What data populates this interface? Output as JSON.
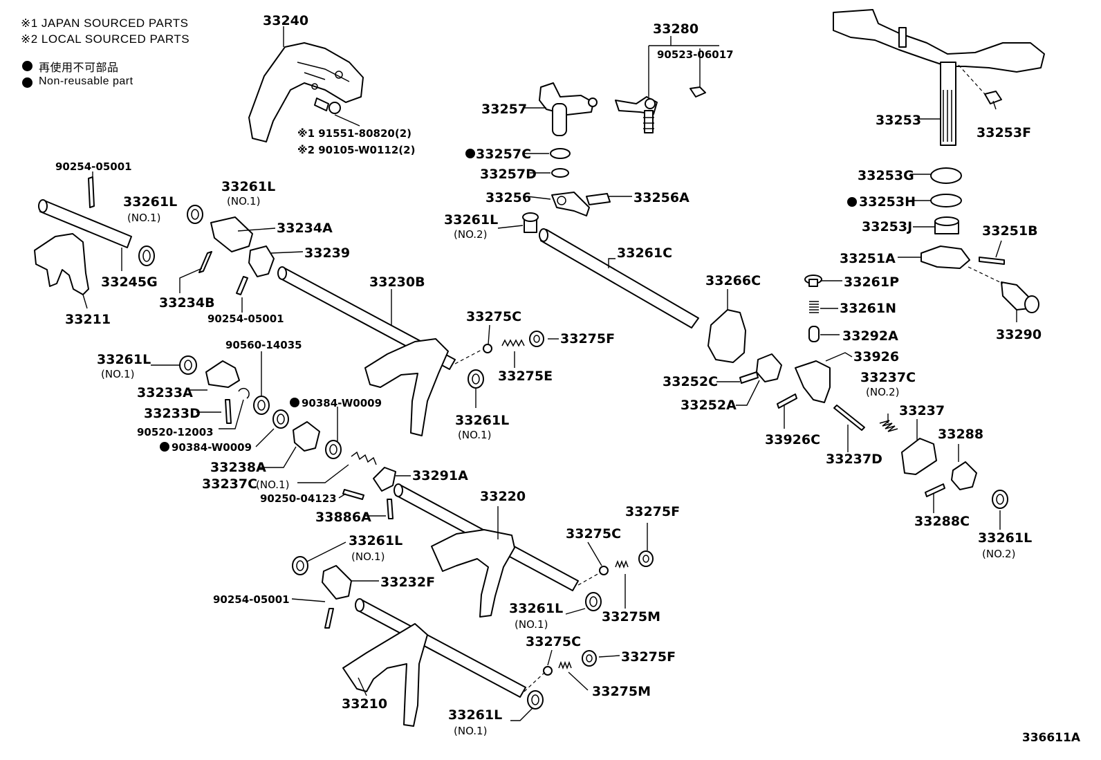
{
  "legend": {
    "note1": "※1 JAPAN SOURCED PARTS",
    "note2": "※2 LOCAL SOURCED PARTS",
    "nonreusable_ja": "再使用不可部品",
    "nonreusable_en": "Non-reusable part"
  },
  "figure_code": "336611A",
  "labels": {
    "p33240": "33240",
    "p91551": "※1 91551-80820(2)",
    "p90105": "※2 90105-W0112(2)",
    "p33280": "33280",
    "p90523": "90523-06017",
    "p33257": "33257",
    "p33257c": "33257C",
    "p33257d": "33257D",
    "p33256": "33256",
    "p33256a": "33256A",
    "p33253": "33253",
    "p33253f": "33253F",
    "p33253g": "33253G",
    "p33253h": "33253H",
    "p33253j": "33253J",
    "p33251b": "33251B",
    "p33251a": "33251A",
    "p33261p": "33261P",
    "p33261n": "33261N",
    "p33292a": "33292A",
    "p33290": "33290",
    "p90254a": "90254-05001",
    "p33261l_a": "33261L",
    "no1_a": "(NO.1)",
    "p33245g": "33245G",
    "p33211": "33211",
    "p33261l_b": "33261L",
    "no1_b": "(NO.1)",
    "p33234a": "33234A",
    "p33239": "33239",
    "p33234b": "33234B",
    "p90254b": "90254-05001",
    "p33261l_c": "33261L",
    "no2_c": "(NO.2)",
    "p33261c": "33261C",
    "p33266c": "33266C",
    "p33230b": "33230B",
    "p33275c_a": "33275C",
    "p33275f_a": "33275F",
    "p33275e": "33275E",
    "p33261l_d": "33261L",
    "no1_d": "(NO.1)",
    "p90560": "90560-14035",
    "p33261l_e": "33261L",
    "no1_e": "(NO.1)",
    "p33233a": "33233A",
    "p33233d": "33233D",
    "p90520": "90520-12003",
    "p90384a": "90384-W0009",
    "p90384b": "90384-W0009",
    "p33238a": "33238A",
    "p33237c_a": "33237C",
    "no1_f": "(NO.1)",
    "p90250": "90250-04123",
    "p33886a": "33886A",
    "p33291a": "33291A",
    "p33220": "33220",
    "p33252c": "33252C",
    "p33252a": "33252A",
    "p33926": "33926",
    "p33926c": "33926C",
    "p33237c_b": "33237C",
    "no2_b": "(NO.2)",
    "p33237d": "33237D",
    "p33237": "33237",
    "p33288": "33288",
    "p33288c": "33288C",
    "p33261l_f": "33261L",
    "no2_f": "(NO.2)",
    "p33275f_b": "33275F",
    "p33275c_b": "33275C",
    "p33275m_a": "33275M",
    "p33261l_g": "33261L",
    "no1_g": "(NO.1)",
    "p33261l_h": "33261L",
    "no1_h": "(NO.1)",
    "p33232f": "33232F",
    "p90254c": "90254-05001",
    "p33275c_c": "33275C",
    "p33275f_c": "33275F",
    "p33275m_b": "33275M",
    "p33210": "33210",
    "p33261l_i": "33261L",
    "no1_i": "(NO.1)"
  }
}
